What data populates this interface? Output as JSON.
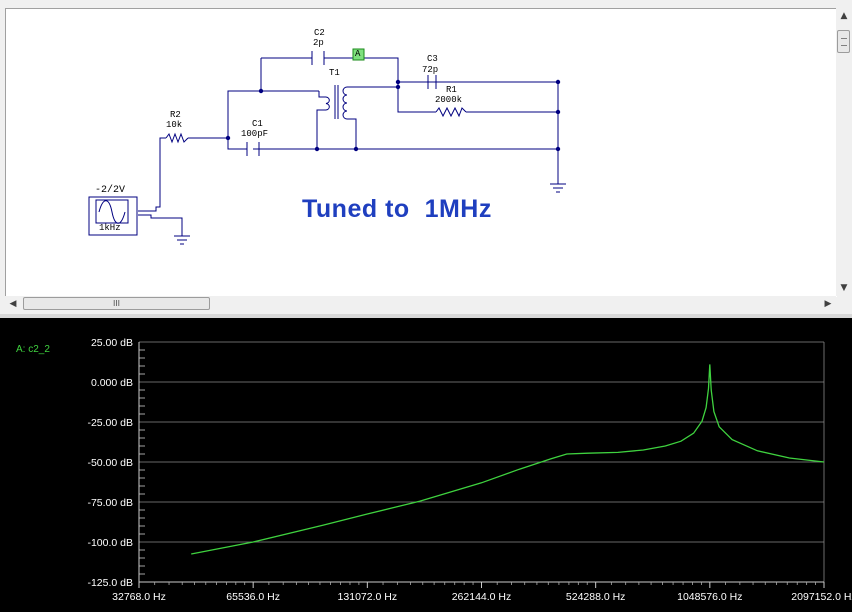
{
  "schematic": {
    "source": {
      "amplitude": "-2/2V",
      "frequency": "1kHz"
    },
    "r2": {
      "name": "R2",
      "value": "10k"
    },
    "c2": {
      "name": "C2",
      "value": "2p"
    },
    "probe": {
      "label": "A"
    },
    "t1": {
      "name": "T1"
    },
    "c1": {
      "name": "C1",
      "value": "100pF"
    },
    "c3": {
      "name": "C3",
      "value": "72p"
    },
    "r1": {
      "name": "R1",
      "value": "2000k"
    },
    "title": "Tuned to  1MHz",
    "title_color": "#1f3fbf"
  },
  "scroll": {
    "h_thumb_grip": "III"
  },
  "plot": {
    "trace_label": "A: c2_2",
    "trace_color": "#3fd23f"
  },
  "chart_data": {
    "type": "line",
    "title": "",
    "xlabel": "",
    "ylabel": "",
    "x_scale": "log2",
    "xlim": [
      32768,
      2097152
    ],
    "ylim": [
      -125,
      25
    ],
    "grid": true,
    "x_ticks": [
      "32768.0 Hz",
      "65536.0 Hz",
      "131072.0 Hz",
      "262144.0 Hz",
      "524288.0 Hz",
      "1048576.0 Hz",
      "2097152.0 Hz"
    ],
    "y_ticks": [
      "25.00 dB",
      "0.000 dB",
      "-25.00 dB",
      "-50.00 dB",
      "-75.00 dB",
      "-100.0 dB",
      "-125.0 dB"
    ],
    "series": [
      {
        "name": "A: c2_2",
        "x": [
          45000,
          65536,
          100000,
          131072,
          180000,
          262144,
          330000,
          400000,
          440000,
          500000,
          600000,
          700000,
          800000,
          880000,
          950000,
          1000000,
          1025000,
          1040000,
          1048576,
          1057000,
          1075000,
          1110000,
          1200000,
          1400000,
          1700000,
          2097152
        ],
        "y": [
          -107.5,
          -100.0,
          -89.5,
          -82.5,
          -74.5,
          -63.0,
          -54.5,
          -48.0,
          -45.0,
          -44.5,
          -44.0,
          -42.5,
          -40.0,
          -37.0,
          -32.0,
          -24.5,
          -16.0,
          -4.0,
          11.0,
          -5.0,
          -18.5,
          -28.0,
          -36.0,
          -43.0,
          -47.5,
          -50.0
        ]
      }
    ]
  }
}
